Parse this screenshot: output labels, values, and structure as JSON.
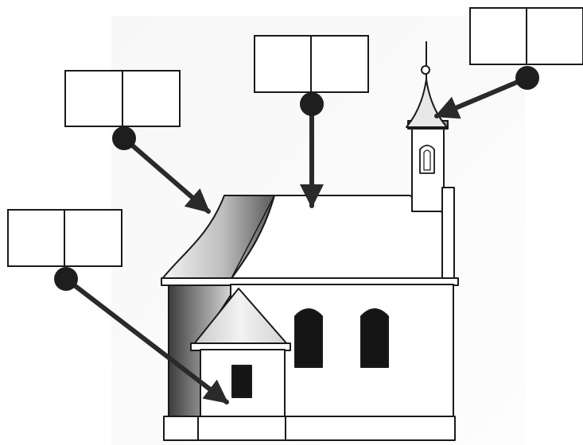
{
  "diagram": {
    "kind": "labeled-illustration",
    "subject": "chapel",
    "labels": [
      {
        "id": "apse-roof",
        "text": ""
      },
      {
        "id": "nave-roof",
        "text": ""
      },
      {
        "id": "tower-spire",
        "text": ""
      },
      {
        "id": "side-chapel",
        "text": ""
      }
    ]
  },
  "colors": {
    "ink": "#1a1a1a",
    "paper": "#ffffff",
    "shade_dark": "#4a4a4a",
    "shade_light": "#d8d8d8",
    "arrow": "#2a2a2a"
  }
}
